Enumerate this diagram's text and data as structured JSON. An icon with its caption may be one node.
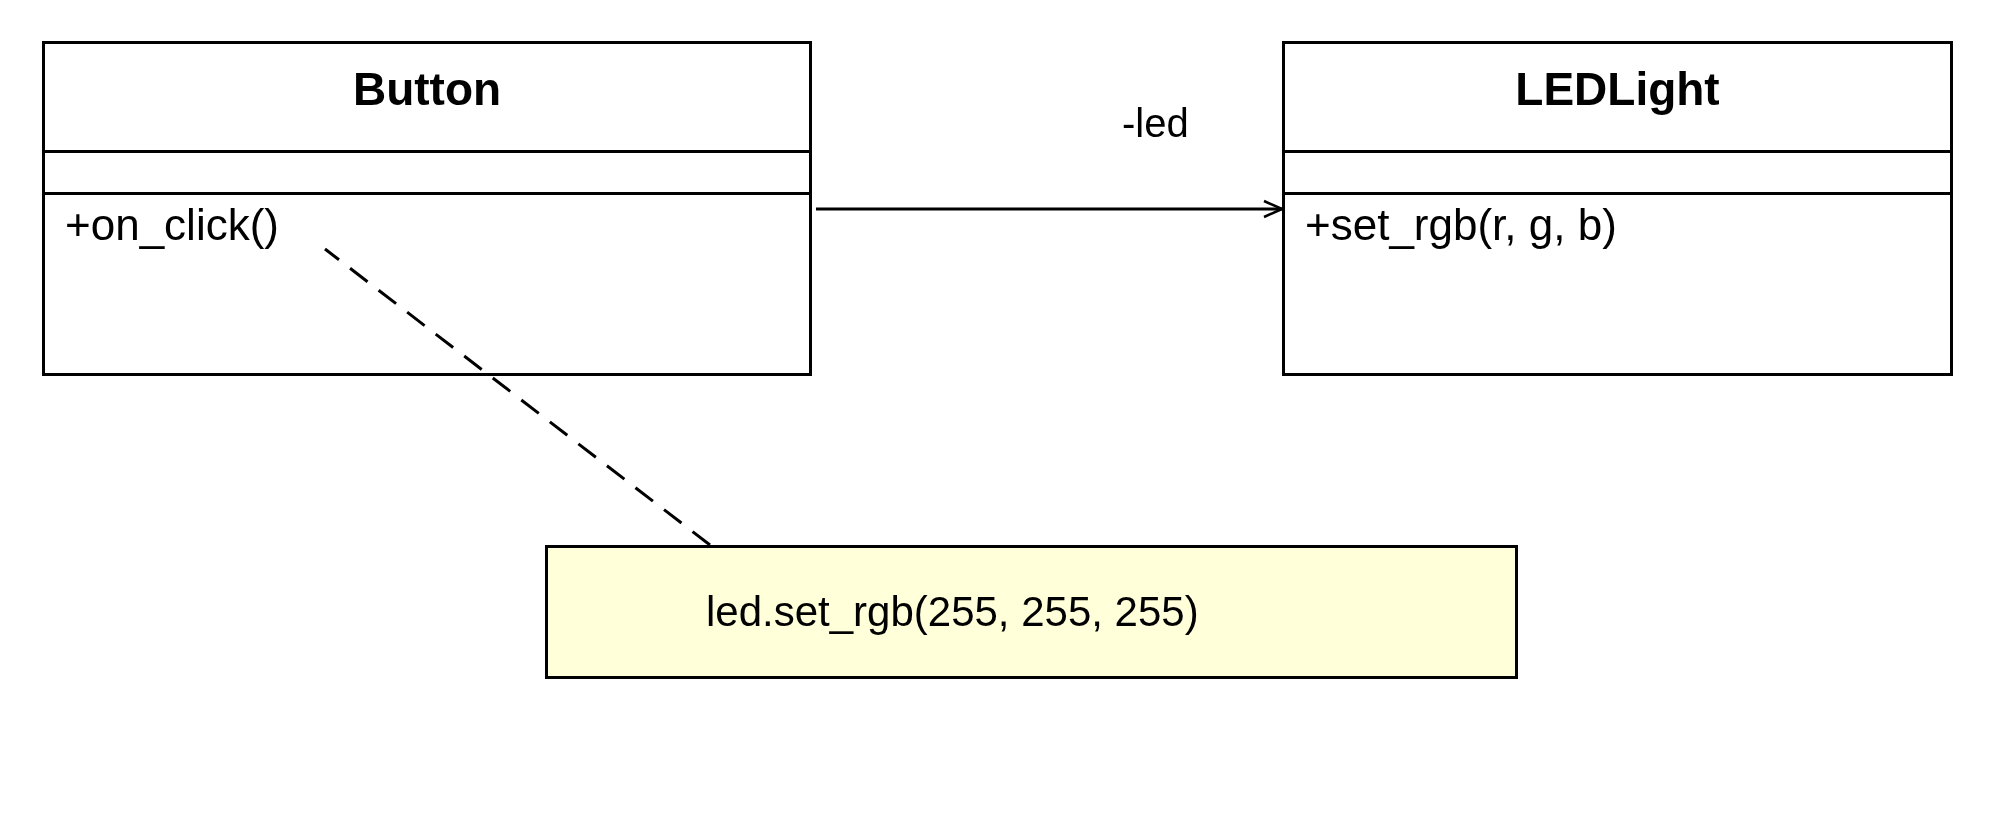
{
  "diagram": {
    "nodes": [
      {
        "text": [
          "Button"
        ]
      },
      {
        "text": [
          "+on_click()"
        ],
        "in": 0
      },
      {
        "text": [
          "LEDLight"
        ]
      },
      {
        "text": [
          "+set_rgb(r, g, b)"
        ],
        "in": 2
      },
      {
        "text": [
          "led.set_rgb(255, 255, 255)"
        ]
      }
    ],
    "edges": [
      {
        "from": 0,
        "to": 2,
        "arrow": "to",
        "label": "-led"
      },
      {
        "from": 4,
        "to": 1,
        "arrow": "none",
        "style": "dashed"
      }
    ]
  }
}
